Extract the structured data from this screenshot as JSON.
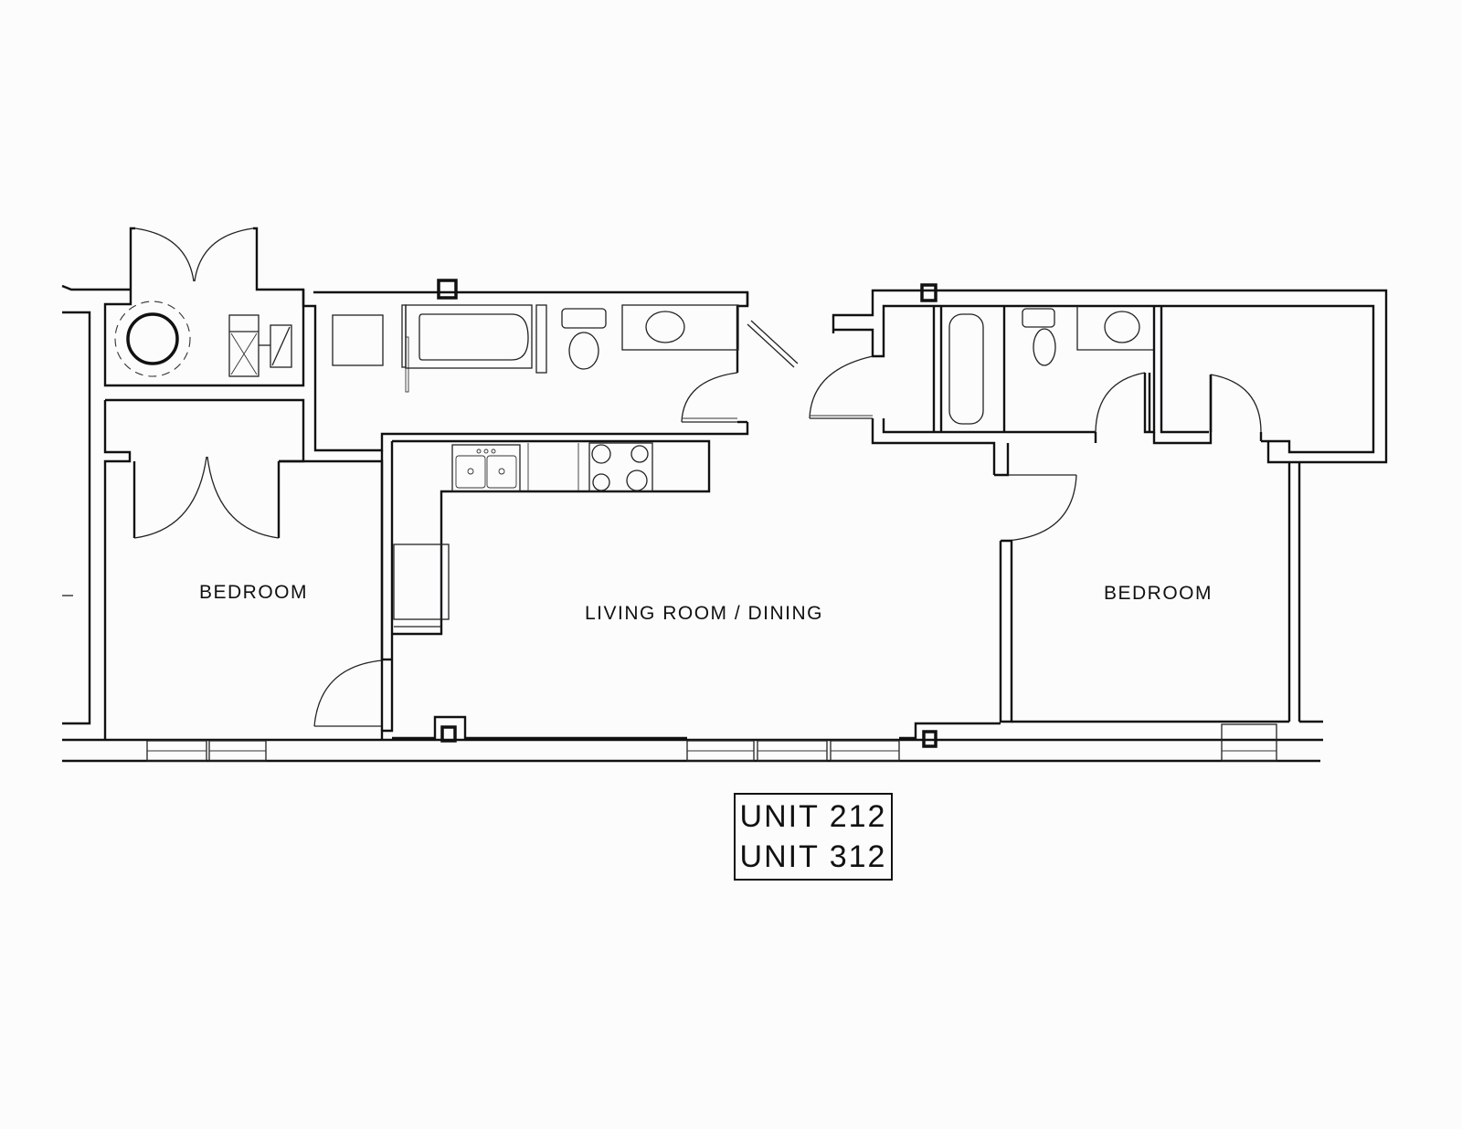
{
  "plan": {
    "rooms": [
      {
        "id": "bedroom-left",
        "label": "BEDROOM"
      },
      {
        "id": "living-dining",
        "label": "LIVING ROOM / DINING"
      },
      {
        "id": "bedroom-right",
        "label": "BEDROOM"
      }
    ],
    "fixtures": [
      "water-heater",
      "washer",
      "dryer",
      "bathtub-left",
      "toilet-left",
      "vanity-sink-left",
      "linen-cabinet",
      "double-sink",
      "range-4-burner",
      "counter-peninsula",
      "bathtub-right",
      "toilet-right",
      "vanity-sink-right",
      "closet-left-double-door",
      "closet-right"
    ],
    "colors": {
      "line": "#111111",
      "background": "#fcfcfd"
    }
  },
  "title_block": {
    "line1": "UNIT 212",
    "line2": "UNIT 312"
  }
}
